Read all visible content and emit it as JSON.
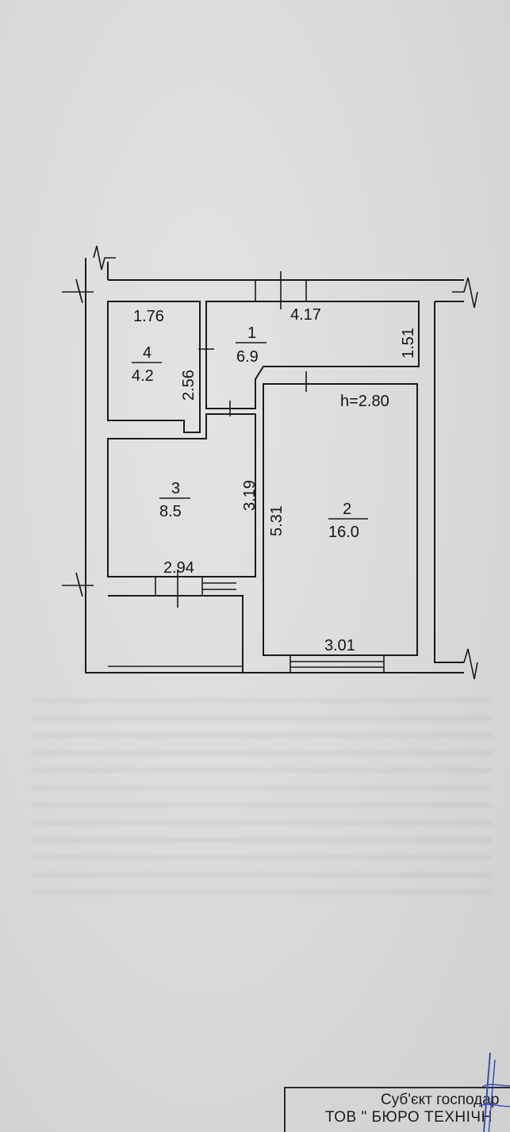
{
  "floor_plan": {
    "ceiling_height": "h=2.80",
    "rooms": [
      {
        "number": "1",
        "area": "6.9"
      },
      {
        "number": "2",
        "area": "16.0"
      },
      {
        "number": "3",
        "area": "8.5"
      },
      {
        "number": "4",
        "area": "4.2"
      }
    ],
    "dimensions": {
      "room4_width": "1.76",
      "room4_height": "2.56",
      "room1_width": "4.17",
      "room1_height": "1.51",
      "room3_height": "3.19",
      "room3_width": "2.94",
      "room2_height": "5.31",
      "room2_width": "3.01"
    }
  },
  "title_block": {
    "line1": "Суб'єкт господар",
    "line2": "ТОВ  \" БЮРО ТЕХНІЧН"
  },
  "colors": {
    "paper": "#d9dbd9",
    "ink": "#1a1a1a",
    "seal_ink": "#3b4fb0"
  }
}
